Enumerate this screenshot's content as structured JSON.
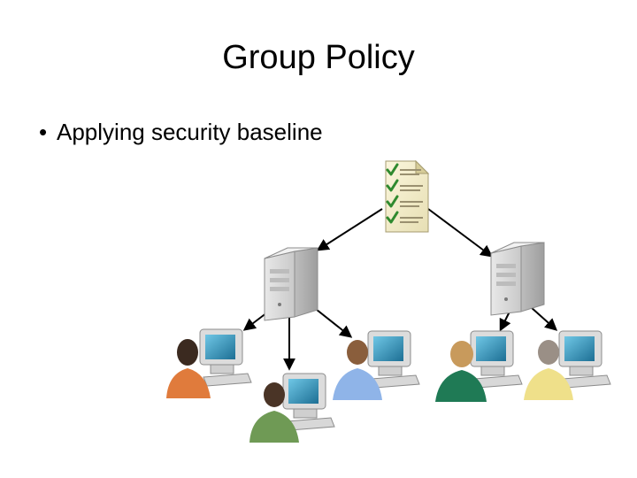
{
  "slide": {
    "title": "Group Policy",
    "bullets": [
      "Applying security baseline"
    ]
  },
  "diagram": {
    "nodes": [
      {
        "kind": "policy-document-icon"
      },
      {
        "kind": "server-icon",
        "name": "left"
      },
      {
        "kind": "server-icon",
        "name": "right"
      },
      {
        "kind": "user-workstation-icon",
        "shirt": "#e07b3c"
      },
      {
        "kind": "user-workstation-icon",
        "shirt": "#6f9a55"
      },
      {
        "kind": "user-workstation-icon",
        "shirt": "#8fb4e8"
      },
      {
        "kind": "user-workstation-icon",
        "shirt": "#1f7a55"
      },
      {
        "kind": "user-workstation-icon",
        "shirt": "#efe08a"
      }
    ]
  }
}
